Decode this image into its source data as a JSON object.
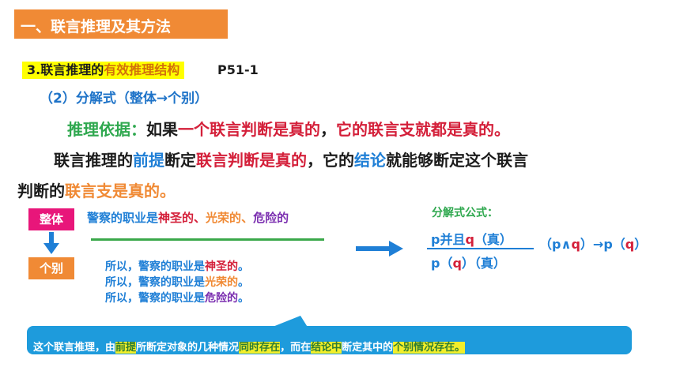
{
  "title": "一、联言推理及其方法",
  "heading3": {
    "prefix": "3.联言推理的",
    "highlight": "有效推理结构"
  },
  "page_ref": "P51-1",
  "subheading": "（2）分解式（整体→个别）",
  "basis": {
    "label": "推理依据：",
    "p1": "如果",
    "p2": "一个联言判断是真的",
    "p3": "，",
    "p4": "它的联言支就都是真的。"
  },
  "statement": {
    "s1": "联言推理的",
    "s2": "前提",
    "s3": "断定",
    "s4": "联言判断是真的",
    "s5": "，它的",
    "s6": "结论",
    "s7": "就能够断定这个联言",
    "s8": "判断的",
    "s9": "联言支是真的。"
  },
  "diagram": {
    "whole_label": "整体",
    "individual_label": "个别",
    "premise": {
      "a": "警察的职业是",
      "b": "神圣的",
      "c": "、",
      "d": "光荣的",
      "e": "、",
      "f": "危险的"
    },
    "conclusions": [
      {
        "a": "所以，警察的职业是",
        "b": "神圣的",
        "c": "。"
      },
      {
        "a": "所以，警察的职业是",
        "b": "光荣的",
        "c": "。"
      },
      {
        "a": "所以，警察的职业是",
        "b": "危险的",
        "c": "。"
      }
    ]
  },
  "formula": {
    "label": "分解式公式：",
    "top": {
      "a": "p并且",
      "b": "q",
      "c": "（真）"
    },
    "bottom": {
      "a": "p",
      "b": "（",
      "c": "q",
      "d": "）（真）"
    },
    "inline": {
      "a": "（p∧",
      "b": "q",
      "c": "）→p（",
      "d": "q",
      "e": "）"
    }
  },
  "summary": {
    "a": "这个联言推理，由",
    "b": "前提",
    "c": "所断定对象的几种情况",
    "d": "同时存在",
    "e": "，而在",
    "f": "结论中",
    "g": "断定其中的",
    "h": "个别情况存在。"
  },
  "colors": {
    "accent_orange": "#f08a35",
    "pink": "#e8167a",
    "blue": "#1f7fd6",
    "green": "#2fa84f",
    "red": "#d4203a",
    "purple": "#7b2fb0"
  }
}
